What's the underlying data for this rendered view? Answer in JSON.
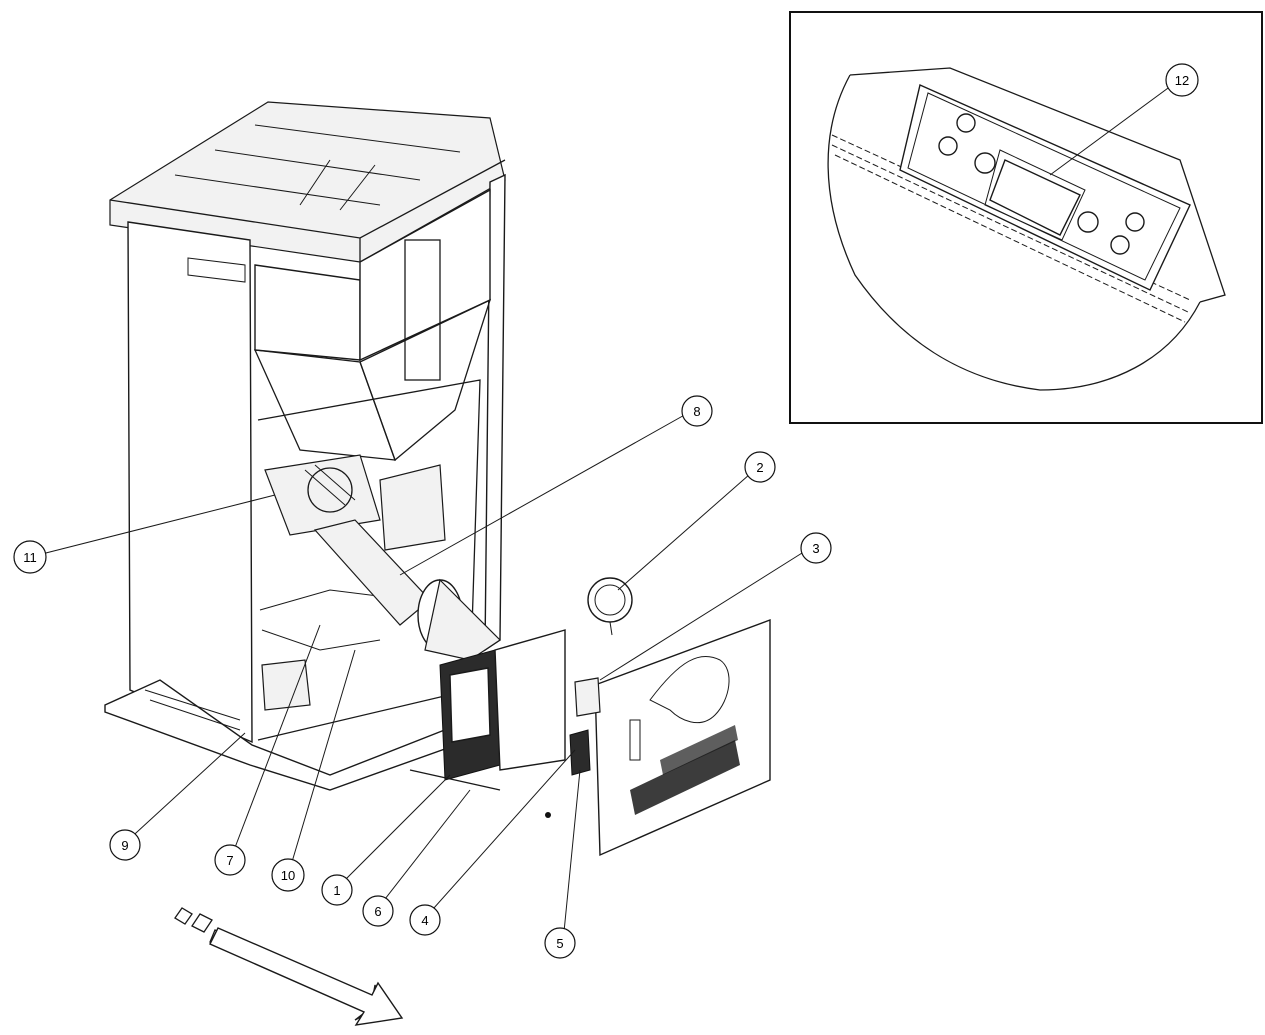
{
  "callouts": [
    {
      "id": "1",
      "label": "1"
    },
    {
      "id": "2",
      "label": "2"
    },
    {
      "id": "3",
      "label": "3"
    },
    {
      "id": "4",
      "label": "4"
    },
    {
      "id": "5",
      "label": "5"
    },
    {
      "id": "6",
      "label": "6"
    },
    {
      "id": "7",
      "label": "7"
    },
    {
      "id": "8",
      "label": "8"
    },
    {
      "id": "9",
      "label": "9"
    },
    {
      "id": "10",
      "label": "10"
    },
    {
      "id": "11",
      "label": "11"
    },
    {
      "id": "12",
      "label": "12"
    }
  ],
  "icons": [
    "arrow-icon",
    "power-button-icon",
    "up-button-icon",
    "down-button-icon"
  ]
}
